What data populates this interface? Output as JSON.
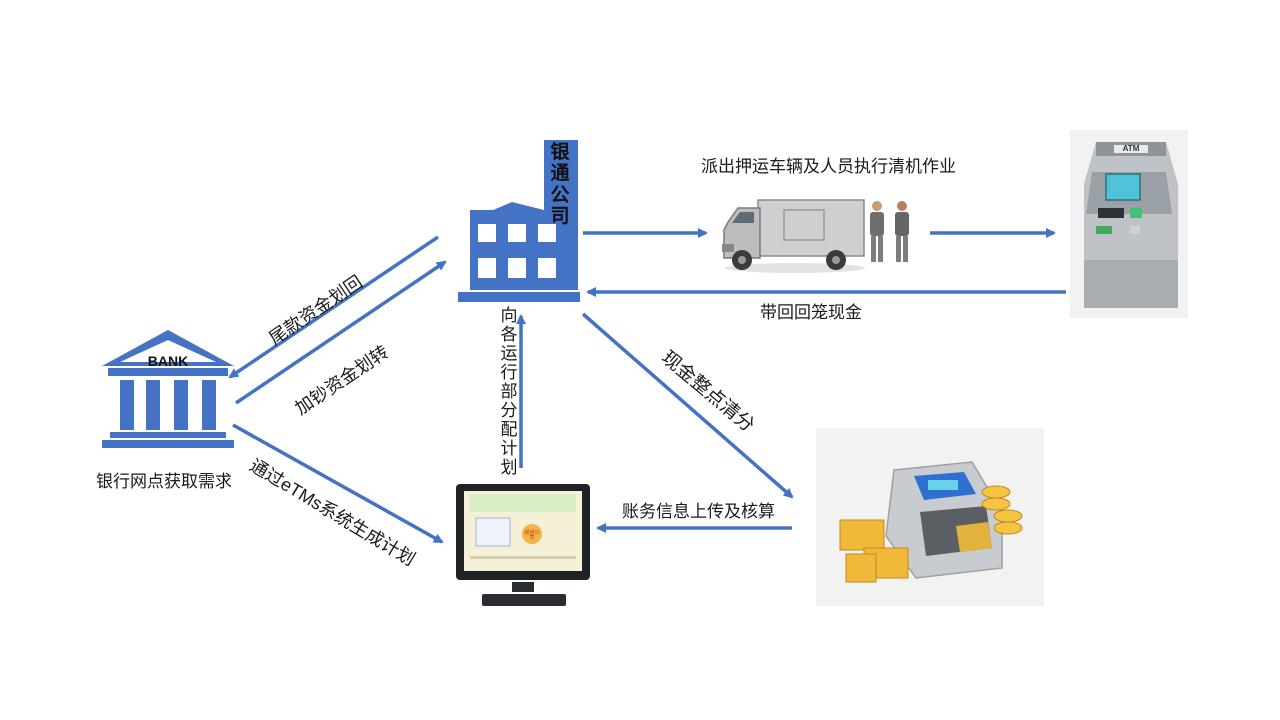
{
  "colors": {
    "arrow": "#4472C4",
    "building": "#4472C4",
    "text": "#1a1a1a",
    "panel_bg": "#f2f2f2"
  },
  "nodes": {
    "bank_logo_text": "BANK",
    "bank_caption": "银行网点获取需求",
    "company_label": "银通公司"
  },
  "edges": {
    "tail_funds_return": "尾款资金划回",
    "cash_load_transfer": "加钞资金划转",
    "etms_plan": "通过eTMs系统生成计划",
    "dispatch_vehicle": "派出押运车辆及人员执行清机作业",
    "bring_back_cash": "带回回笼现金",
    "cash_sorting": "现金整点清分",
    "account_upload": "账务信息上传及核算",
    "distribute_plan": "向各运行部分配计划"
  },
  "devices": {
    "atm_sign": "ATM",
    "monitor_stamp_text": "银通公司"
  },
  "icons": [
    "bank-icon",
    "company-building-icon",
    "armored-truck-icon",
    "guard-person-icon",
    "atm-icon",
    "computer-monitor-icon",
    "cash-counting-machine-icon"
  ]
}
